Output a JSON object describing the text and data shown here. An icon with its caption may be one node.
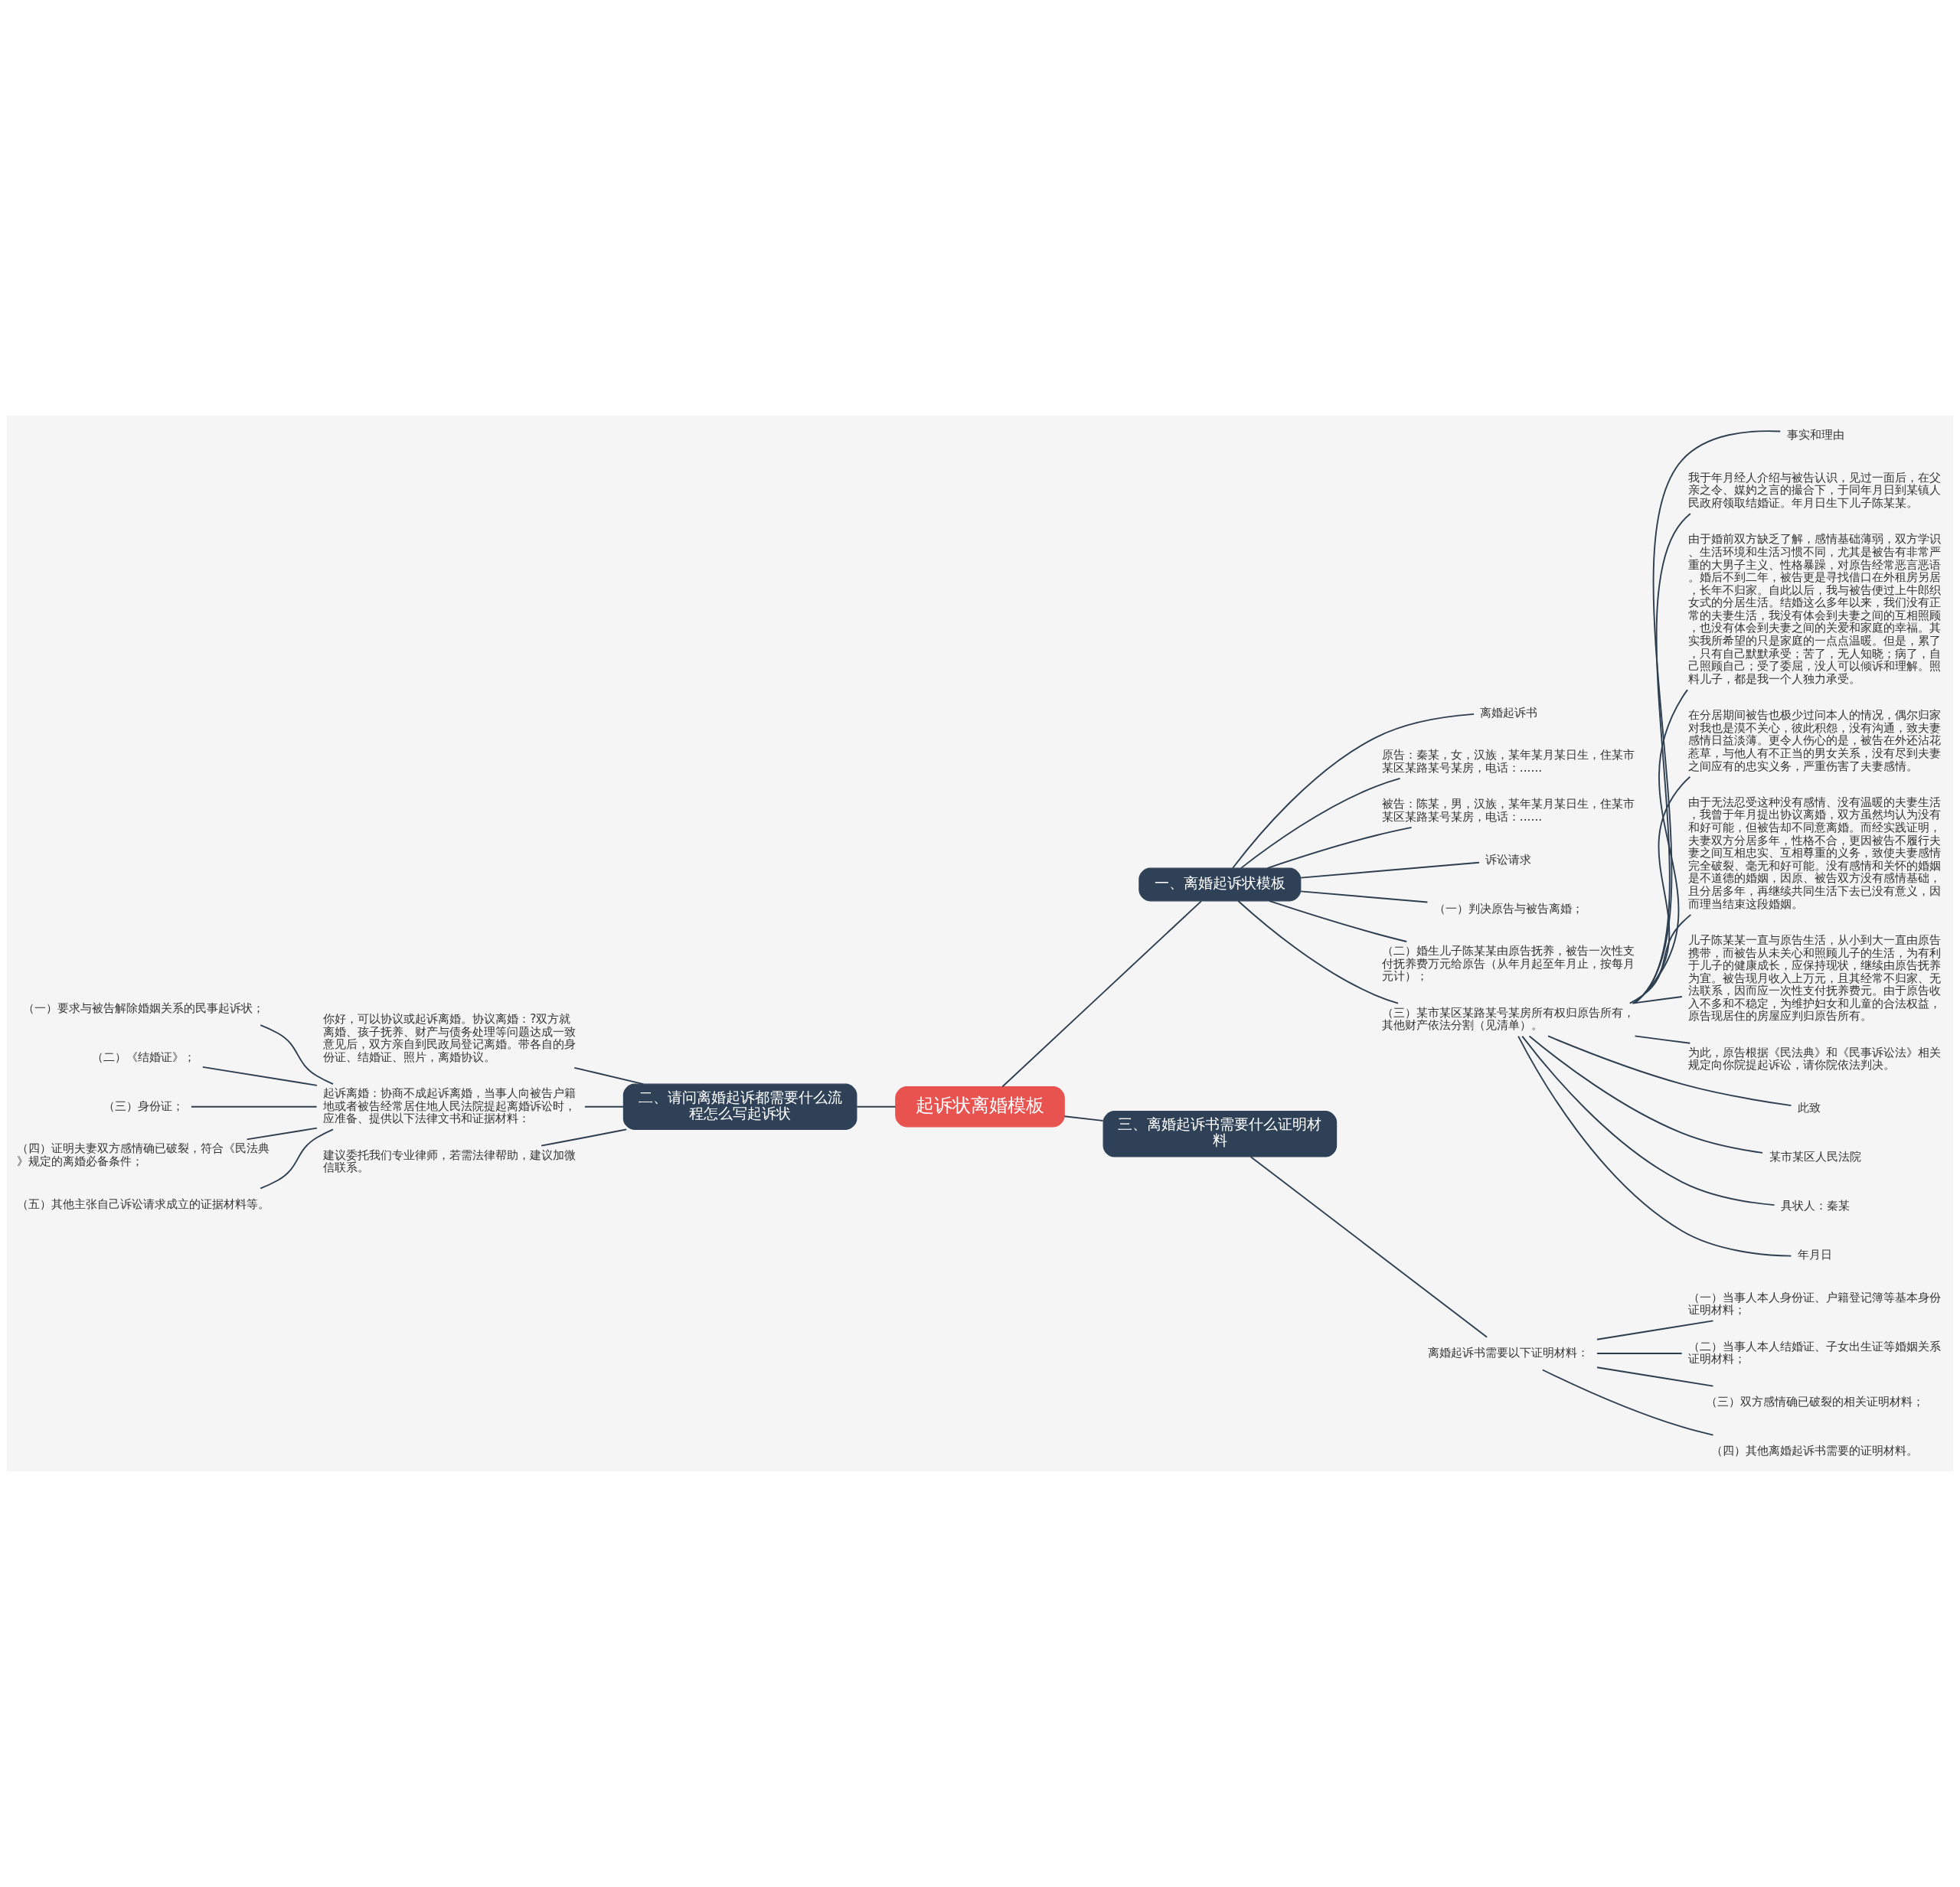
{
  "diagram": {
    "nodes": [
      {
        "text": [
          "起诉状离婚模板"
        ]
      },
      {
        "text": [
          "一、离婚起诉状模板"
        ]
      },
      {
        "text": [
          "离婚起诉书"
        ]
      },
      {
        "text": [
          "原告：秦某，女，汉族，某年某月某日生，住某市某区某路某号某房，电话：......"
        ]
      },
      {
        "text": [
          "被告：陈某，男，汉族，某年某月某日生，住某市某区某路某号某房，电话：......"
        ]
      },
      {
        "text": [
          "诉讼请求"
        ]
      },
      {
        "text": [
          "（一）判决原告与被告离婚；"
        ]
      },
      {
        "text": [
          "（二）婚生儿子陈某某由原告抚养，被告一次性支付抚养费万元给原告（从年月起至年月止，按每月元计）；"
        ]
      },
      {
        "text": [
          "（三）某市某区某路某号某房所有权归原告所有，其他财产依法分割（见清单）。"
        ]
      },
      {
        "text": [
          "事实和理由"
        ]
      },
      {
        "text": [
          "我于年月经人介绍与被告认识，见过一面后，在父亲之令、媒妁之言的撮合下，于同年月日到某镇人民政府领取结婚证。年月日生下儿子陈某某。"
        ]
      },
      {
        "text": [
          "由于婚前双方缺乏了解，感情基础薄弱，双方学识、生活环境和生活习惯不同，尤其是被告有非常严重的大男子主义、性格暴躁，对原告经常恶言恶语。婚后不到二年，被告更是寻找借口在外租房另居，长年不归家。自此以后，我与被告便过上牛郎织女式的分居生活。结婚这么多年以来，我们没有正常的夫妻生活，我没有体会到夫妻之间的互相照顾，也没有体会到夫妻之间的关爱和家庭的幸福。其实我所希望的只是家庭的一点点温暖。但是，累了，只有自己默默承受；苦了，无人知晓；病了，自己照顾自己；受了委屈，没人可以倾诉和理解。照料儿子，都是我一个人独力承受。"
        ]
      },
      {
        "text": [
          "在分居期间被告也极少过问本人的情况，偶尔归家对我也是漠不关心，彼此积怨，没有沟通，致夫妻感情日益淡薄。更令人伤心的是，被告在外还沾花惹草，与他人有不正当的男女关系，没有尽到夫妻之间应有的忠实义务，严重伤害了夫妻感情。"
        ]
      },
      {
        "text": [
          "由于无法忍受这种没有感情、没有温暖的夫妻生活，我曾于年月提出协议离婚，双方虽然均认为没有和好可能，但被告却不同意离婚。而经实践证明，夫妻双方分居多年，性格不合，更因被告不履行夫妻之间互相忠实、互相尊重的义务，致使夫妻感情完全破裂、毫无和好可能。没有感情和关怀的婚姻是不道德的婚姻，因原、被告双方没有感情基础，且分居多年，再继续共同生活下去已没有意义，因而理当结束这段婚姻。"
        ]
      },
      {
        "text": [
          "儿子陈某某一直与原告生活，从小到大一直由原告携带，而被告从未关心和照顾儿子的生活，为有利于儿子的健康成长，应保持现状，继续由原告抚养为宜。被告现月收入上万元，且其经常不归家、无法联系，因而应一次性支付抚养费元。由于原告收入不多和不稳定，为维护妇女和儿童的合法权益，原告现居住的房屋应判归原告所有。"
        ]
      },
      {
        "text": [
          "为此，原告根据《民法典》和《民事诉讼法》相关规定向你院提起诉讼，请你院依法判决。"
        ]
      },
      {
        "text": [
          "此致"
        ]
      },
      {
        "text": [
          "某市某区人民法院"
        ]
      },
      {
        "text": [
          "具状人：秦某"
        ]
      },
      {
        "text": [
          "年月日"
        ]
      },
      {
        "text": [
          "二、请问离婚起诉都需要什么流程怎么写起诉状"
        ]
      },
      {
        "text": [
          "你好，可以协议或起诉离婚。协议离婚：?双方就离婚、孩子抚养、财产与债务处理等问题达成一致意见后，双方亲自到民政局登记离婚。带各自的身份证、结婚证、照片，离婚协议。"
        ]
      },
      {
        "text": [
          "起诉离婚：协商不成起诉离婚，当事人向被告户籍地或者被告经常居住地人民法院提起离婚诉讼时，应准备、提供以下法律文书和证据材料："
        ]
      },
      {
        "text": [
          "（一）要求与被告解除婚姻关系的民事起诉状；"
        ]
      },
      {
        "text": [
          "（二）《结婚证》；"
        ]
      },
      {
        "text": [
          "（三）身份证；"
        ]
      },
      {
        "text": [
          "（四）证明夫妻双方感情确已破裂，符合《民法典》规定的离婚必备条件；"
        ]
      },
      {
        "text": [
          "（五）其他主张自己诉讼请求成立的证据材料等。"
        ]
      },
      {
        "text": [
          "建议委托我们专业律师，若需法律帮助，建议加微信联系。"
        ]
      },
      {
        "text": [
          "三、离婚起诉书需要什么证明材料"
        ]
      },
      {
        "text": [
          "离婚起诉书需要以下证明材料："
        ]
      },
      {
        "text": [
          "（一）当事人本人身份证、户籍登记簿等基本身份证明材料；"
        ]
      },
      {
        "text": [
          "（二）当事人本人结婚证、子女出生证等婚姻关系证明材料；"
        ]
      },
      {
        "text": [
          "（三）双方感情确已破裂的相关证明材料；"
        ]
      },
      {
        "text": [
          "（四）其他离婚起诉书需要的证明材料。"
        ]
      }
    ],
    "edges": [
      {
        "from": 0,
        "to": 1,
        "arrow": "none"
      },
      {
        "from": 1,
        "to": 2,
        "arrow": "none"
      },
      {
        "from": 1,
        "to": 3,
        "arrow": "none"
      },
      {
        "from": 1,
        "to": 4,
        "arrow": "none"
      },
      {
        "from": 1,
        "to": 5,
        "arrow": "none"
      },
      {
        "from": 1,
        "to": 6,
        "arrow": "none"
      },
      {
        "from": 1,
        "to": 7,
        "arrow": "none"
      },
      {
        "from": 1,
        "to": 8,
        "arrow": "none"
      },
      {
        "from": 8,
        "to": 9,
        "arrow": "none"
      },
      {
        "from": 8,
        "to": 10,
        "arrow": "none"
      },
      {
        "from": 8,
        "to": 11,
        "arrow": "none"
      },
      {
        "from": 8,
        "to": 12,
        "arrow": "none"
      },
      {
        "from": 8,
        "to": 13,
        "arrow": "none"
      },
      {
        "from": 8,
        "to": 14,
        "arrow": "none"
      },
      {
        "from": 8,
        "to": 15,
        "arrow": "none"
      },
      {
        "from": 8,
        "to": 16,
        "arrow": "none"
      },
      {
        "from": 8,
        "to": 17,
        "arrow": "none"
      },
      {
        "from": 8,
        "to": 18,
        "arrow": "none"
      },
      {
        "from": 8,
        "to": 19,
        "arrow": "none"
      },
      {
        "from": 0,
        "to": 20,
        "arrow": "none"
      },
      {
        "from": 20,
        "to": 21,
        "arrow": "none"
      },
      {
        "from": 20,
        "to": 22,
        "arrow": "none"
      },
      {
        "from": 22,
        "to": 23,
        "arrow": "none"
      },
      {
        "from": 22,
        "to": 24,
        "arrow": "none"
      },
      {
        "from": 22,
        "to": 25,
        "arrow": "none"
      },
      {
        "from": 22,
        "to": 26,
        "arrow": "none"
      },
      {
        "from": 22,
        "to": 27,
        "arrow": "none"
      },
      {
        "from": 20,
        "to": 28,
        "arrow": "none"
      },
      {
        "from": 0,
        "to": 29,
        "arrow": "none"
      },
      {
        "from": 29,
        "to": 30,
        "arrow": "none"
      },
      {
        "from": 30,
        "to": 31,
        "arrow": "none"
      },
      {
        "from": 30,
        "to": 32,
        "arrow": "none"
      },
      {
        "from": 30,
        "to": 33,
        "arrow": "none"
      },
      {
        "from": 30,
        "to": 34,
        "arrow": "none"
      }
    ]
  }
}
